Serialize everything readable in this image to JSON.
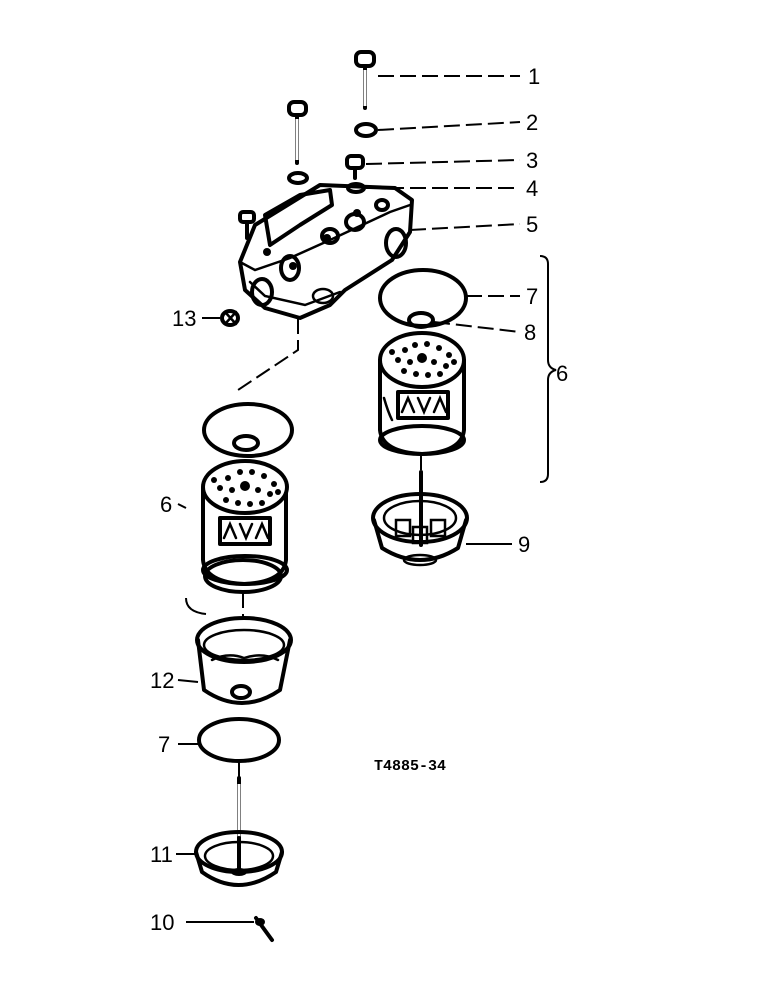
{
  "diagram": {
    "reference_code": "T4885-34",
    "callouts": [
      {
        "id": "c1",
        "text": "1"
      },
      {
        "id": "c2",
        "text": "2"
      },
      {
        "id": "c3",
        "text": "3"
      },
      {
        "id": "c4",
        "text": "4"
      },
      {
        "id": "c5",
        "text": "5"
      },
      {
        "id": "c6r",
        "text": "6"
      },
      {
        "id": "c7r",
        "text": "7"
      },
      {
        "id": "c8",
        "text": "8"
      },
      {
        "id": "c9",
        "text": "9"
      },
      {
        "id": "c13",
        "text": "13"
      },
      {
        "id": "c6l",
        "text": "6"
      },
      {
        "id": "c12",
        "text": "12"
      },
      {
        "id": "c7l",
        "text": "7"
      },
      {
        "id": "c11",
        "text": "11"
      },
      {
        "id": "c10",
        "text": "10"
      }
    ]
  }
}
